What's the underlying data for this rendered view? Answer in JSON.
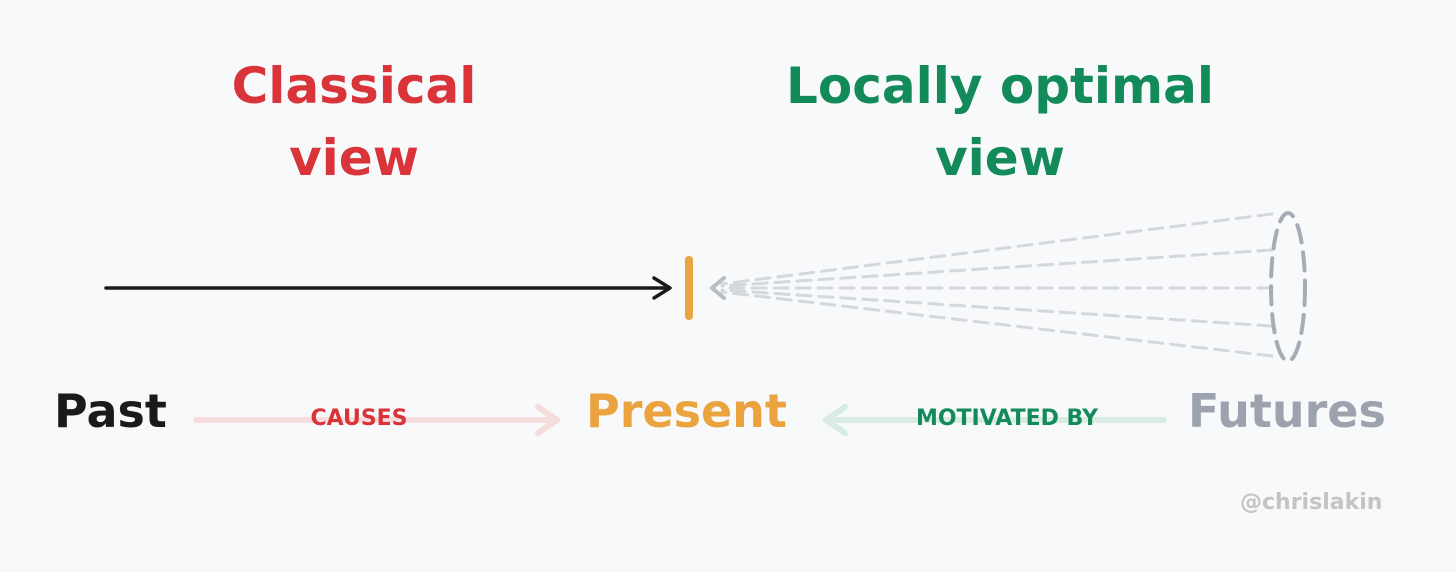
{
  "titles": {
    "classical": "Classical view",
    "locally_optimal": "Locally optimal view"
  },
  "timeline": {
    "past": "Past",
    "present": "Present",
    "futures": "Futures"
  },
  "relations": {
    "causes": "CAUSES",
    "motivated_by": "MOTIVATED BY"
  },
  "credit": "@chrislakin",
  "colors": {
    "background": "#f8f9fb",
    "classical": "#d9343a",
    "locally_optimal": "#138a5a",
    "past": "#1a1a1a",
    "present": "#eaa33f",
    "futures": "#9da3ae",
    "causes_arrow": "#f6dcdc",
    "motivated_arrow": "#d9ece4",
    "dashed_lines": "#d4d7dd",
    "credit": "#c4c4c4"
  }
}
